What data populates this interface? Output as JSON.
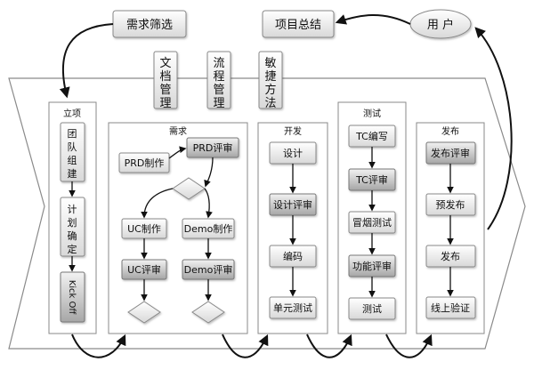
{
  "top": {
    "filter": "需求筛选",
    "summary": "项目总结",
    "user": "用 户"
  },
  "management": [
    {
      "key": "doc",
      "chars": [
        "文",
        "档",
        "管",
        "理"
      ]
    },
    {
      "key": "process",
      "chars": [
        "流",
        "程",
        "管",
        "理"
      ]
    },
    {
      "key": "agile",
      "chars": [
        "敏",
        "捷",
        "方",
        "法"
      ]
    }
  ],
  "phases": {
    "initiation": {
      "title": "立项",
      "team": [
        "团",
        "队",
        "组",
        "建"
      ],
      "plan": [
        "计",
        "划",
        "确",
        "定"
      ],
      "kickoff": "Kick Off"
    },
    "requirements": {
      "title": "需求",
      "prd_make": "PRD制作",
      "prd_review": "PRD评审",
      "uc_make": "UC制作",
      "uc_review": "UC评审",
      "demo_make": "Demo制作",
      "demo_review": "Demo评审"
    },
    "development": {
      "title": "开发",
      "items": [
        "设计",
        "设计评审",
        "编码",
        "单元测试"
      ]
    },
    "testing": {
      "title": "测试",
      "items": [
        "TC编写",
        "TC评审",
        "冒烟测试",
        "功能评审",
        "测试"
      ]
    },
    "release": {
      "title": "发布",
      "items": [
        "发布评审",
        "预发布",
        "发布",
        "线上验证"
      ]
    }
  },
  "colors": {
    "box_light_top": "#ffffff",
    "box_light_bottom": "#dcdcdc",
    "box_dark_top": "#f2f2f2",
    "box_dark_bottom": "#a9a9a9",
    "band": "#ffffff",
    "stroke": "#888888"
  }
}
